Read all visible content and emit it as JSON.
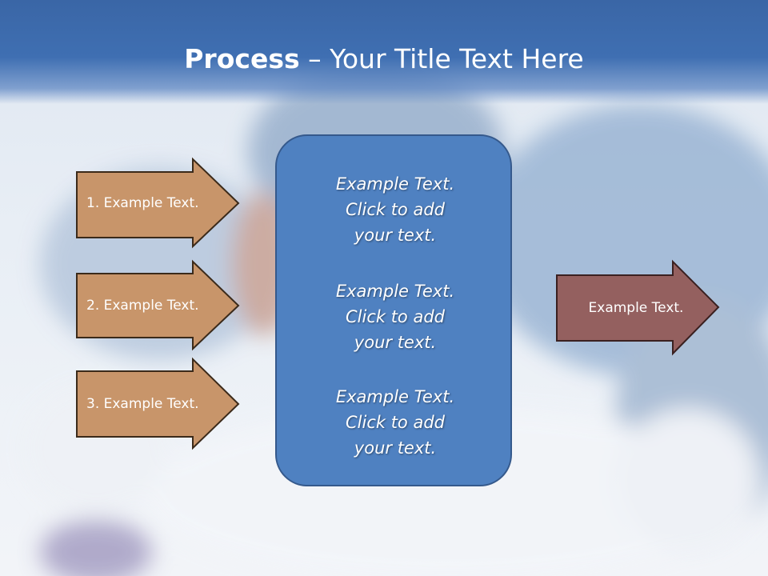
{
  "title": {
    "bold": "Process",
    "rest": " – Your Title Text Here"
  },
  "left_arrows": [
    {
      "label": "1. Example Text."
    },
    {
      "label": "2. Example Text."
    },
    {
      "label": "3. Example Text."
    }
  ],
  "center_panel": {
    "blocks": [
      {
        "line1": "Example Text.",
        "line2": "Click  to add",
        "line3": "your text."
      },
      {
        "line1": "Example Text.",
        "line2": "Click  to add",
        "line3": "your text."
      },
      {
        "line1": "Example Text.",
        "line2": "Click  to add",
        "line3": "your text."
      }
    ]
  },
  "right_arrow": {
    "label": "Example Text."
  },
  "colors": {
    "header": "#3f6fb2",
    "left_arrow_fill": "#c8956a",
    "left_arrow_stroke": "#3b2a1a",
    "panel_fill": "#4f81c1",
    "right_arrow_fill": "#94605f",
    "right_arrow_stroke": "#3a2020"
  }
}
